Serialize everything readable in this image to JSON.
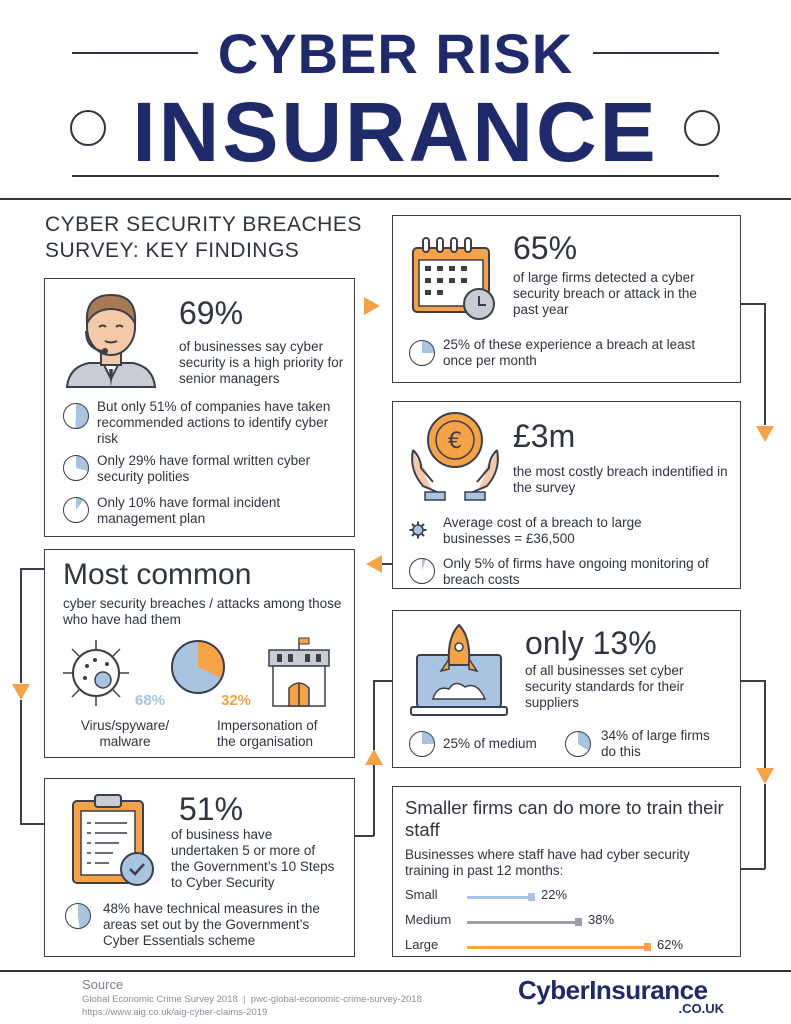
{
  "header": {
    "title_line1": "CYBER RISK",
    "title_line2": "INSURANCE"
  },
  "survey": {
    "heading_line1": "CYBER SECURITY BREACHES",
    "heading_line2": "SURVEY: KEY FINDINGS"
  },
  "box69": {
    "stat": "69%",
    "desc": "of businesses say cyber security is a high priority for senior managers",
    "items": [
      {
        "text": "But only 51% of companies have taken recommended actions to identify cyber risk",
        "pct": 0.51
      },
      {
        "text": "Only 29% have formal written cyber security polities",
        "pct": 0.29
      },
      {
        "text": "Only 10% have formal incident management plan",
        "pct": 0.1
      }
    ]
  },
  "box65": {
    "stat": "65%",
    "desc": "of large firms detected a cyber security breach or attack in the past year",
    "item": {
      "text": "25% of these experience a breach at least once per month",
      "pct": 0.25
    }
  },
  "box3m": {
    "stat": "£3m",
    "desc": "the most costly breach indentified in the survey",
    "coin_symbol": "€",
    "item1": "Average cost of a breach to large businesses = £36,500",
    "item2": {
      "text": "Only 5% of firms have ongoing monitoring of breach costs",
      "pct": 0.05
    }
  },
  "most_common": {
    "title": "Most common",
    "desc": "cyber security breaches / attacks among those who have had them",
    "left_pct": "68%",
    "left_label": "Virus/spyware/ malware",
    "right_pct": "32%",
    "right_label": "Impersonation of the organisation",
    "pie_orange_fraction": 0.32
  },
  "box13": {
    "stat": "only 13%",
    "desc": "of all businesses set cyber security standards for their suppliers",
    "item1": {
      "text": "25% of medium",
      "pct": 0.25
    },
    "item2": {
      "text": "34% of large firms do this",
      "pct": 0.34
    }
  },
  "box51": {
    "stat": "51%",
    "desc": "of business have undertaken 5 or more of the Government’s 10 Steps to Cyber Security",
    "item": {
      "text": "48% have technical measures in the areas set out by the Government’s Cyber Essentials scheme",
      "pct": 0.48
    }
  },
  "training": {
    "title": "Smaller firms can do more to train their staff",
    "subtitle": "Businesses where staff have had cyber security training in past 12 months:",
    "bars": [
      {
        "label": "Small",
        "value": 22,
        "text": "22%",
        "color": "#a8c4e0"
      },
      {
        "label": "Medium",
        "value": 38,
        "text": "38%",
        "color": "#9a9ea6"
      },
      {
        "label": "Large",
        "value": 62,
        "text": "62%",
        "color": "#f6a348"
      }
    ]
  },
  "footer": {
    "source_label": "Source",
    "source_line1": "Global Economic Crime Survey 2018  |  pwc-global-economic-crime-survey-2018",
    "source_line2": "https://www.aig.co.uk/aig-cyber-claims-2019",
    "logo_main": "CyberInsurance",
    "logo_sub": ".CO.UK"
  },
  "colors": {
    "navy": "#1f2a6b",
    "orange": "#f6a348",
    "light_blue": "#a8c4e0",
    "dark_text": "#2f3440"
  }
}
